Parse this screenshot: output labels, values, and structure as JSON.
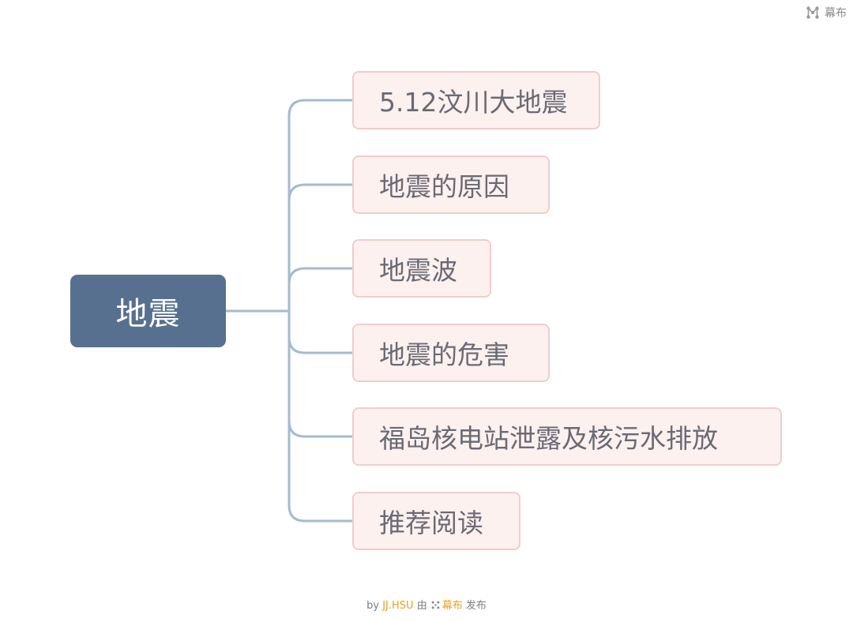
{
  "brand": {
    "label": "幕布",
    "icon": "mubu-logo-icon"
  },
  "mindmap": {
    "root": "地震",
    "children": [
      "5.12汶川大地震",
      "地震的原因",
      "地震波",
      "地震的危害",
      "福岛核电站泄露及核污水排放",
      "推荐阅读"
    ],
    "colors": {
      "root_fill": "#58708f",
      "node_fill": "#fdf1f0",
      "node_border": "#f2cccb",
      "connector": "#a3bbd2"
    }
  },
  "footer": {
    "prefix": "by",
    "author": "JJ.HSU",
    "middle": "由",
    "brand": "幕布",
    "suffix": "发布"
  }
}
